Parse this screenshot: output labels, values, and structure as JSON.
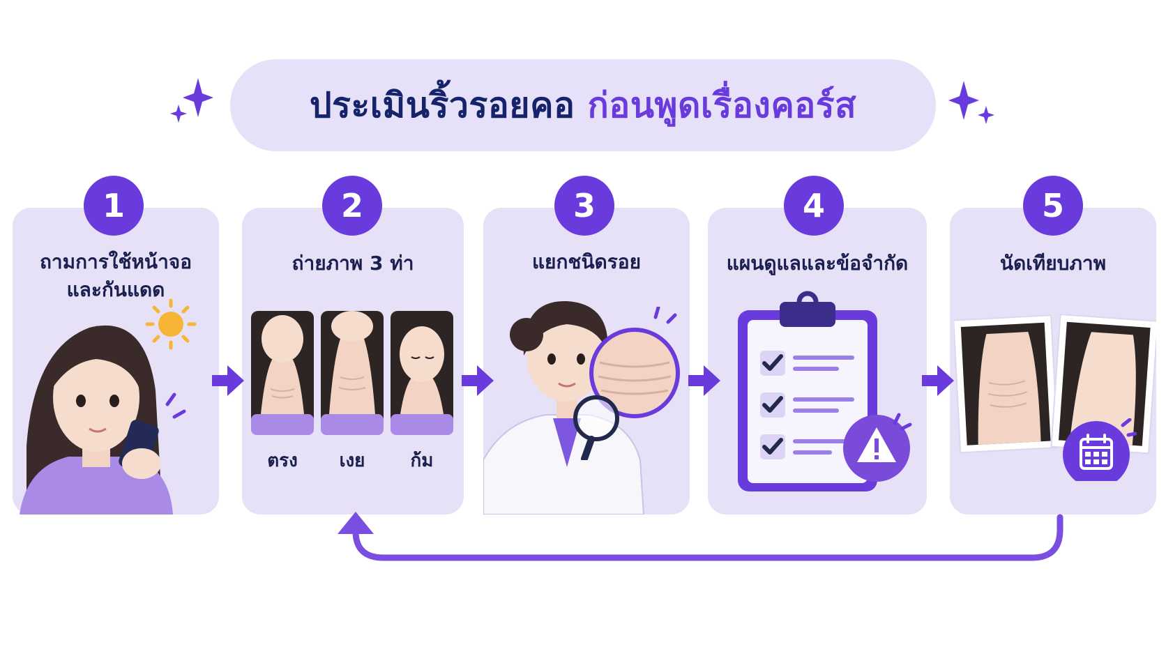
{
  "title": {
    "main": "ประเมินริ้วรอยคอ",
    "accent": "ก่อนพูดเรื่องคอร์ส"
  },
  "colors": {
    "primary": "#6a3bdc",
    "navy": "#14236a",
    "card_bg": "#e7e1f8",
    "pill_bg": "#e6e0f8",
    "sun": "#f6b534"
  },
  "steps": [
    {
      "number": "1",
      "line1": "ถามการใช้หน้าจอ",
      "line2": "และกันแดด",
      "icons": [
        "woman-with-phone-icon",
        "sun-icon"
      ]
    },
    {
      "number": "2",
      "title": "ถ่ายภาพ 3 ท่า",
      "poses": [
        "ตรง",
        "เงย",
        "ก้ม"
      ],
      "icons": [
        "neck-photo-icon"
      ]
    },
    {
      "number": "3",
      "title": "แยกชนิดรอย",
      "icons": [
        "doctor-icon",
        "magnifier-icon"
      ]
    },
    {
      "number": "4",
      "title": "แผนดูแลและข้อจำกัด",
      "icons": [
        "clipboard-checklist-icon",
        "warning-icon"
      ]
    },
    {
      "number": "5",
      "title": "นัดเทียบภาพ",
      "icons": [
        "before-after-photo-icon",
        "calendar-icon"
      ]
    }
  ],
  "flow": {
    "loop_from_step": 5,
    "loop_to_step": 2
  }
}
